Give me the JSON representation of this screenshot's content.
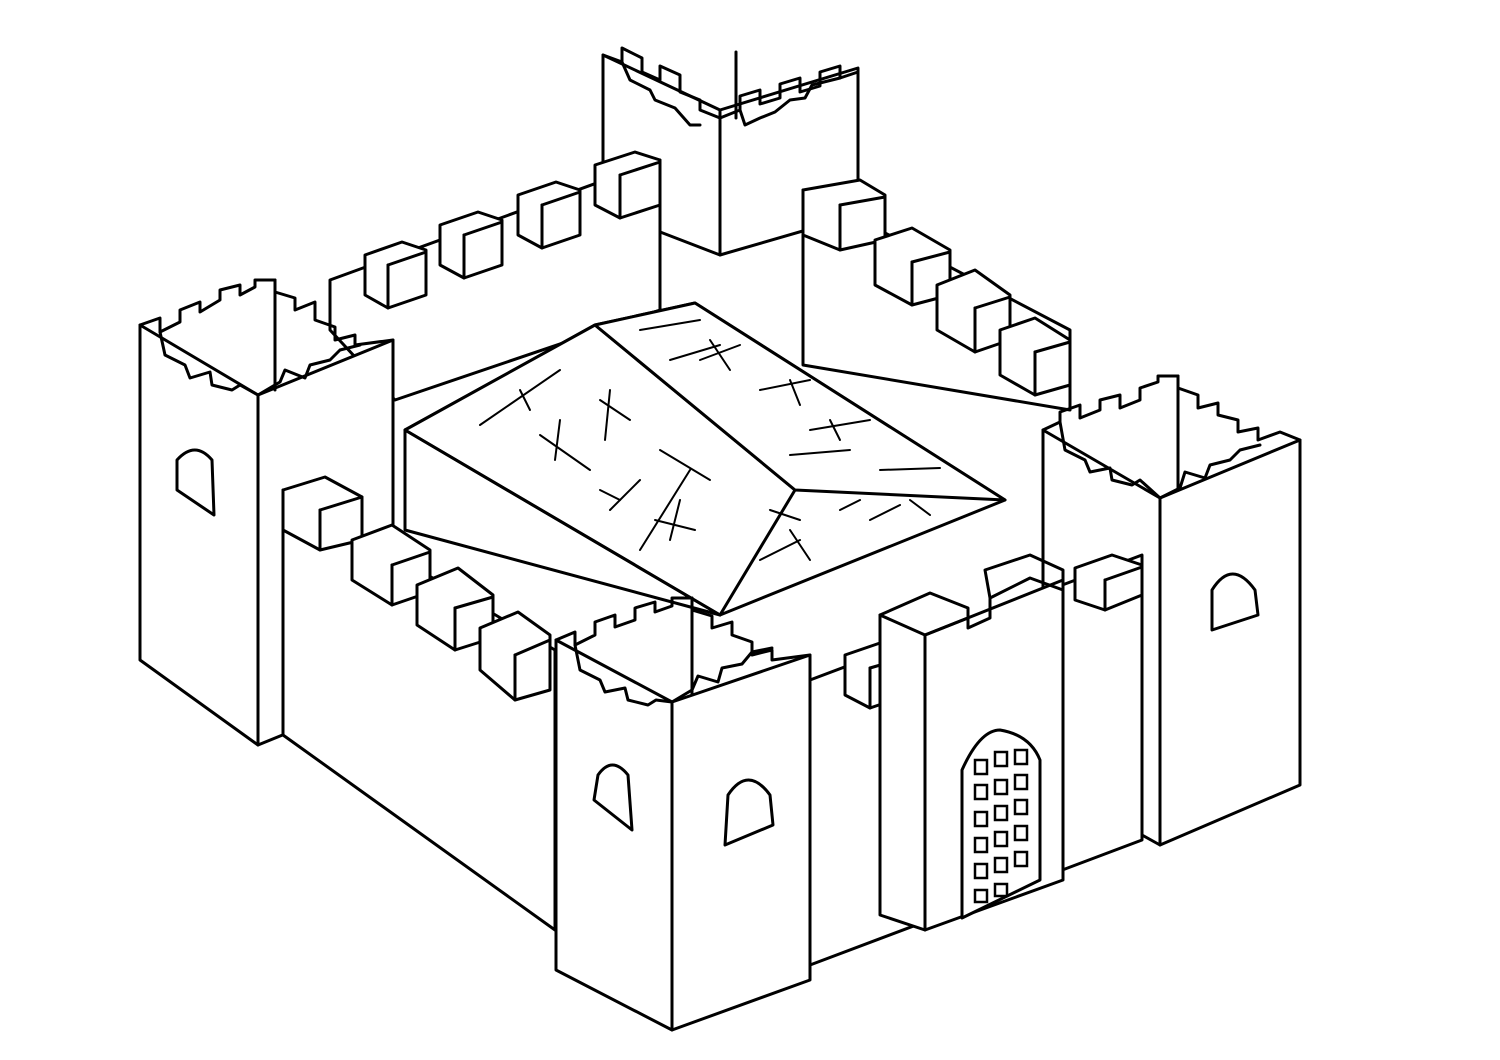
{
  "illustration": {
    "subject": "castle-coloring-page",
    "line_color": "#000000",
    "fill_color": "#ffffff",
    "tower_count": 5,
    "gate_count": 1
  }
}
